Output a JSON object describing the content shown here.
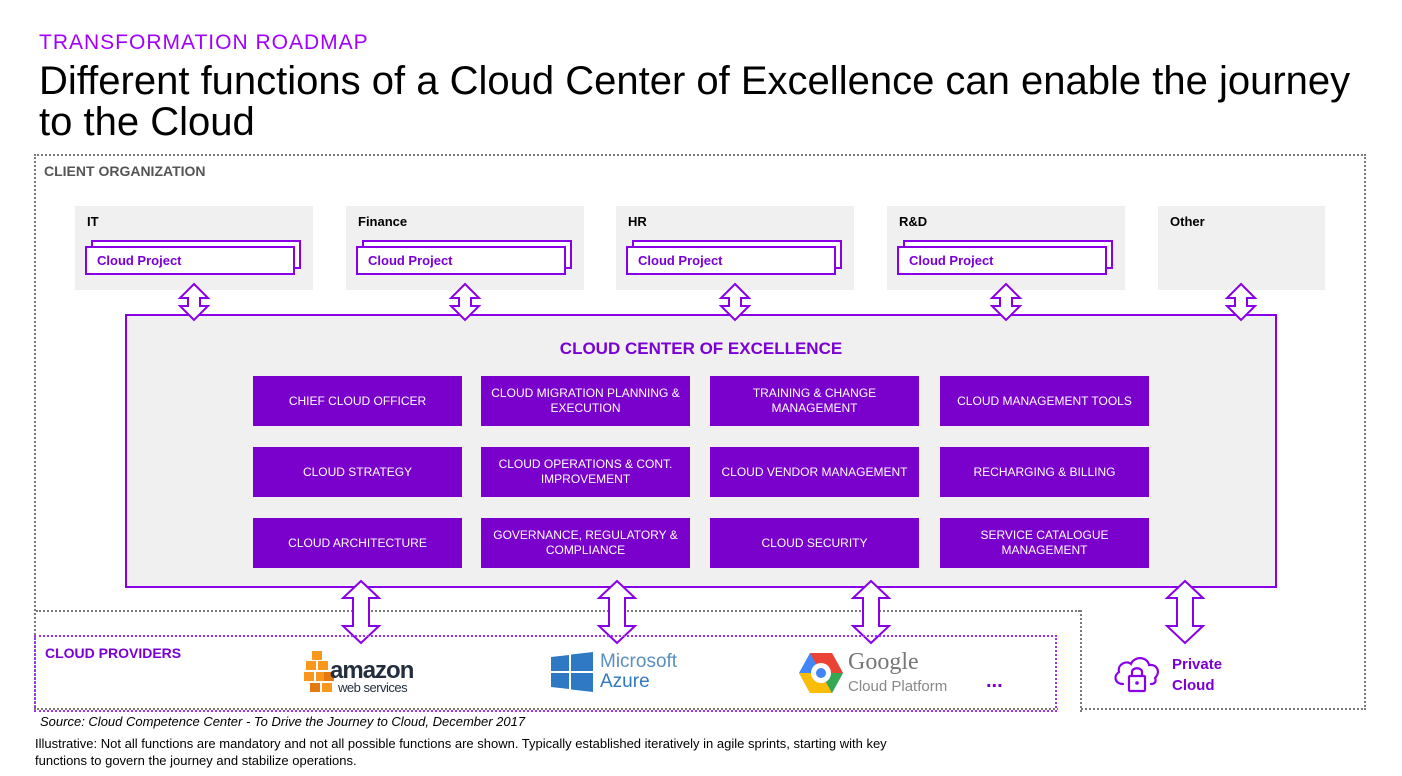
{
  "header": {
    "kicker": "TRANSFORMATION ROADMAP",
    "title": "Different functions of a Cloud Center of Excellence can enable the journey to the Cloud"
  },
  "client_org": {
    "label": "CLIENT ORGANIZATION",
    "departments": [
      {
        "name": "IT",
        "project": "Cloud Project"
      },
      {
        "name": "Finance",
        "project": "Cloud Project"
      },
      {
        "name": "HR",
        "project": "Cloud Project"
      },
      {
        "name": "R&D",
        "project": "Cloud Project"
      },
      {
        "name": "Other",
        "project": ""
      }
    ]
  },
  "coe": {
    "title": "CLOUD CENTER OF EXCELLENCE",
    "functions": [
      [
        "CHIEF CLOUD OFFICER",
        "CLOUD MIGRATION PLANNING & EXECUTION",
        "TRAINING & CHANGE MANAGEMENT",
        "CLOUD MANAGEMENT TOOLS"
      ],
      [
        "CLOUD STRATEGY",
        "CLOUD OPERATIONS & CONT. IMPROVEMENT",
        "CLOUD VENDOR MANAGEMENT",
        "RECHARGING & BILLING"
      ],
      [
        "CLOUD ARCHITECTURE",
        "GOVERNANCE, REGULATORY & COMPLIANCE",
        "CLOUD SECURITY",
        "SERVICE CATALOGUE MANAGEMENT"
      ]
    ]
  },
  "providers": {
    "label": "CLOUD PROVIDERS",
    "aws": {
      "word": "amazon",
      "sub": "web services"
    },
    "azure": {
      "line1": "Microsoft",
      "line2": "Azure"
    },
    "google": {
      "line1": "Google",
      "line2": "Cloud Platform"
    },
    "more": "..."
  },
  "private_cloud": {
    "line1": "Private",
    "line2": "Cloud"
  },
  "footer": {
    "source": "Source: Cloud Competence Center - To Drive the Journey to Cloud, December 2017",
    "note": "Illustrative: Not all functions are mandatory and not all possible functions are shown. Typically established iteratively in agile sprints, starting with key functions to govern the journey and stabilize operations."
  },
  "colors": {
    "accent": "#a100ff",
    "function_fill": "#7a00cc",
    "coe_border": "#8a00e6"
  }
}
